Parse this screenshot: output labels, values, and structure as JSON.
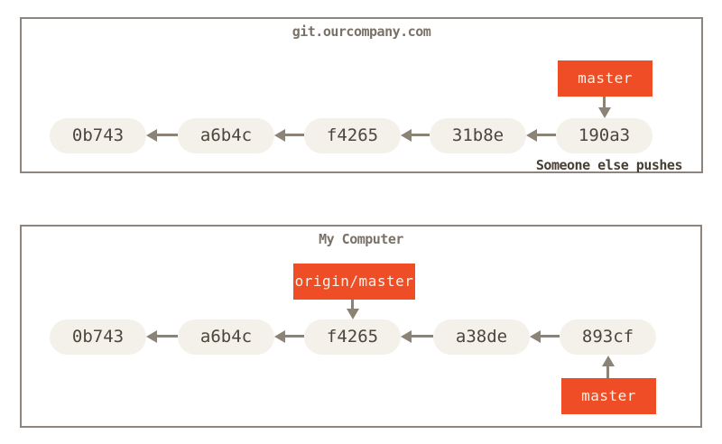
{
  "colors": {
    "page_bg": "#ffffff",
    "branch_red": "#ee4d25",
    "branch_text": "#f7f1e6",
    "node_fill": "#f3f1ea",
    "node_text": "#4e453b",
    "box_border": "#8d857d",
    "arrow_gray": "#8c8377",
    "title_gray": "#7a7268",
    "annotation_dark": "#473e34"
  },
  "server": {
    "title": "git.ourcompany.com",
    "commits": [
      "0b743",
      "a6b4c",
      "f4265",
      "31b8e",
      "190a3"
    ],
    "branch_label": "master",
    "branch_points_to": "190a3",
    "annotation": "Someone else pushes"
  },
  "local": {
    "title": "My Computer",
    "commits": [
      "0b743",
      "a6b4c",
      "f4265",
      "a38de",
      "893cf"
    ],
    "remote_tracking_label": "origin/master",
    "remote_tracking_points_to": "f4265",
    "branch_label": "master",
    "branch_points_to": "893cf"
  }
}
